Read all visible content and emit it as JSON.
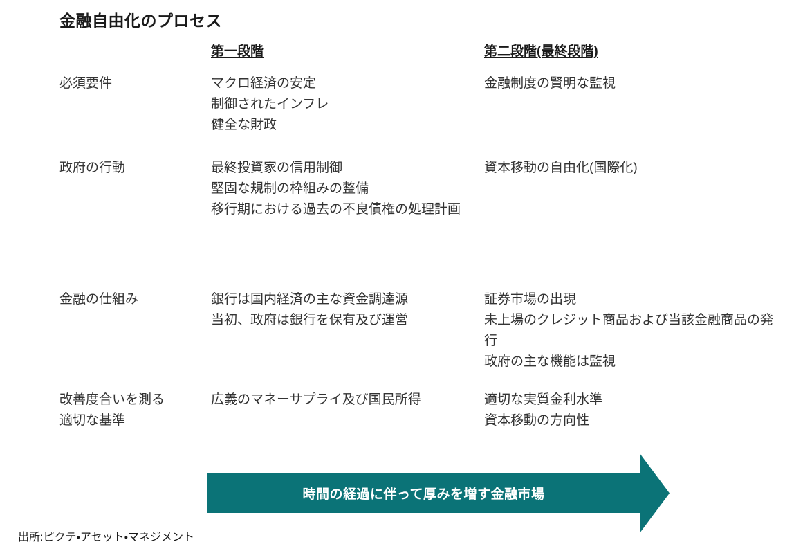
{
  "document": {
    "title": "金融自由化のプロセス",
    "accent_color": "#0B7377",
    "text_color": "#333333",
    "heading_color": "#1A1A1A",
    "background_color": "#FFFFFF"
  },
  "table": {
    "columns": [
      {
        "key": "label",
        "header": ""
      },
      {
        "key": "stage1",
        "header": "第一段階"
      },
      {
        "key": "stage2",
        "header": "第二段階(最終段階)"
      }
    ],
    "rows": [
      {
        "label": "必須要件",
        "stage1": "マクロ経済の安定\n制御されたインフレ\n健全な財政",
        "stage2": "金融制度の賢明な監視"
      },
      {
        "label": "政府の行動",
        "stage1": "最終投資家の信用制御\n堅固な規制の枠組みの整備\n移行期における過去の不良債権の処理計画",
        "stage2": "資本移動の自由化(国際化)"
      },
      {
        "label": "金融の仕組み",
        "stage1": "銀行は国内経済の主な資金調達源\n当初、政府は銀行を保有及び運営",
        "stage2": "証券市場の出現\n未上場のクレジット商品および当該金融商品の発行\n政府の主な機能は監視"
      },
      {
        "label": "改善度合いを測る\n適切な基準",
        "stage1": "広義のマネーサプライ及び国民所得",
        "stage2": "適切な実質金利水準\n資本移動の方向性"
      }
    ]
  },
  "banner": {
    "icon": "right-arrow-icon",
    "label": "時間の経過に伴って厚みを増す金融市場",
    "color": "#0B7377",
    "text_color": "#FFFFFF"
  },
  "footer": {
    "source": "出所:ピクテ・アセット・マネジメント"
  }
}
